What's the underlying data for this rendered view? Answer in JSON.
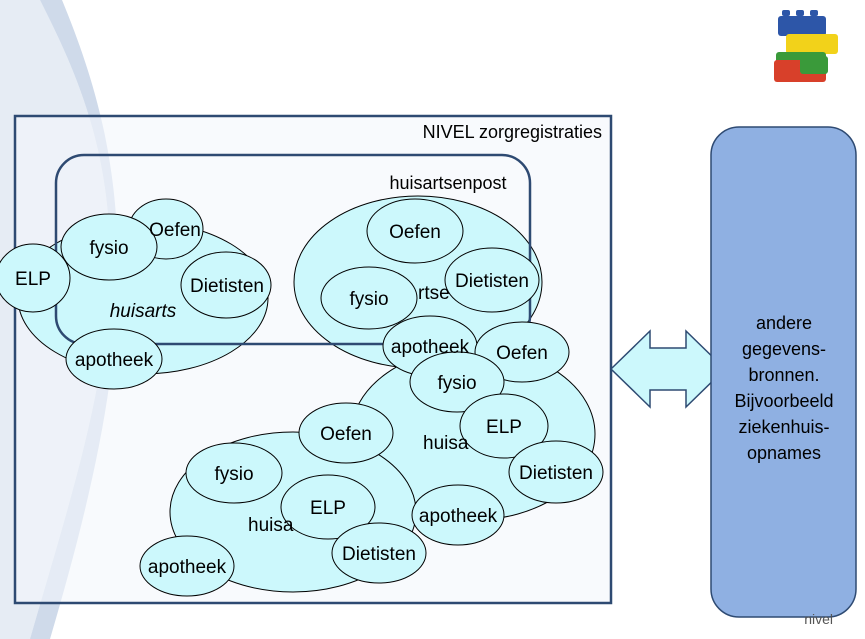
{
  "title": "NIVEL zorgregistraties",
  "groups": {
    "huisartsenpost": "huisartsenpost",
    "huisarts": "huisarts",
    "huisarts_partial_1": "huisa",
    "huisarts_partial_2": "huisa",
    "post_partial": "rtse"
  },
  "nodes": {
    "fysio": "fysio",
    "oefen": "Oefen",
    "dietisten": "Dietisten",
    "elp": "ELP",
    "apotheek": "apotheek"
  },
  "side_box": {
    "lines": [
      "andere",
      "gegevens-",
      "bronnen.",
      "Bijvoorbeeld",
      "ziekenhuis-",
      "opnames"
    ]
  },
  "logo_text": "nivel",
  "colors": {
    "frame": "#2e4a72",
    "node_fill": "#ccf8fc",
    "side_box": "#8fb0e2",
    "arrow_fill": "#ccf8fc",
    "swoosh": "#d6e0ee"
  }
}
